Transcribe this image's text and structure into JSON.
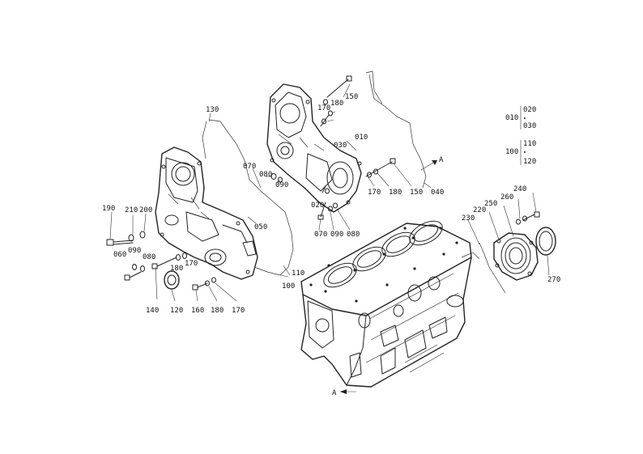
{
  "labels": {
    "p130": "130",
    "p070a": "070",
    "p080a": "080",
    "p090a": "090",
    "p050": "050",
    "p110a": "110",
    "p100a": "100",
    "p190": "190",
    "p210": "210",
    "p200": "200",
    "p090b": "090",
    "p060": "060",
    "p080b": "080",
    "p180a": "180",
    "p170a": "170",
    "p140": "140",
    "p120": "120",
    "p160": "160",
    "p180b": "180",
    "p170b": "170",
    "p170c": "170",
    "p180c": "180",
    "p150a": "150",
    "p010": "010",
    "p030": "030",
    "p170d": "170",
    "p180d": "180",
    "p150b": "150",
    "p040": "040",
    "p020": "020",
    "p070b": "070",
    "p090c": "090",
    "p080c": "080",
    "arrowA1": "A",
    "arrowA2": "A",
    "p230": "230",
    "p220": "220",
    "p250": "250",
    "p260": "260",
    "p240": "240",
    "p270": "270"
  },
  "legend": {
    "g1_left": "010",
    "g1_top": "020",
    "g1_bottom": "030",
    "g2_left": "100",
    "g2_top": "110",
    "g2_bottom": "120"
  }
}
